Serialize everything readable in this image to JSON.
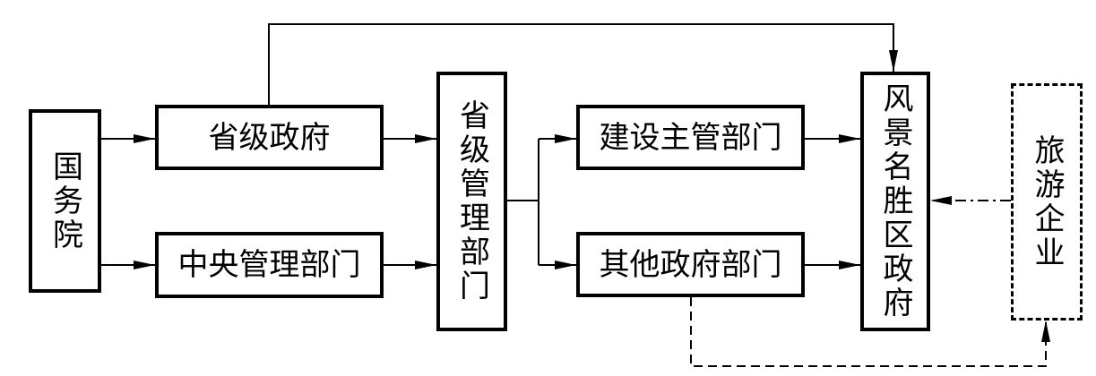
{
  "nodes": {
    "state_council": "国务院",
    "provincial_government": "省级政府",
    "central_departments": "中央管理部门",
    "provincial_departments": "省级管理部门",
    "construction_department": "建设主管部门",
    "other_departments": "其他政府部门",
    "scenic_area_government": "风景名胜区政府",
    "tourism_enterprise": "旅游企业"
  },
  "edges": [
    {
      "from": "国务院",
      "to": "省级政府",
      "style": "solid"
    },
    {
      "from": "国务院",
      "to": "中央管理部门",
      "style": "solid"
    },
    {
      "from": "省级政府",
      "to": "省级管理部门",
      "style": "solid"
    },
    {
      "from": "中央管理部门",
      "to": "省级管理部门",
      "style": "solid"
    },
    {
      "from": "省级政府",
      "to": "风景名胜区政府",
      "style": "solid"
    },
    {
      "from": "省级管理部门",
      "to": "建设主管部门",
      "style": "solid"
    },
    {
      "from": "省级管理部门",
      "to": "其他政府部门",
      "style": "solid"
    },
    {
      "from": "建设主管部门",
      "to": "风景名胜区政府",
      "style": "solid"
    },
    {
      "from": "其他政府部门",
      "to": "风景名胜区政府",
      "style": "solid"
    },
    {
      "from": "旅游企业",
      "to": "风景名胜区政府",
      "style": "dash-dot"
    },
    {
      "from": "其他政府部门",
      "to": "旅游企业",
      "style": "dashed"
    }
  ],
  "colors": {
    "line": "#000000",
    "background": "#ffffff"
  }
}
